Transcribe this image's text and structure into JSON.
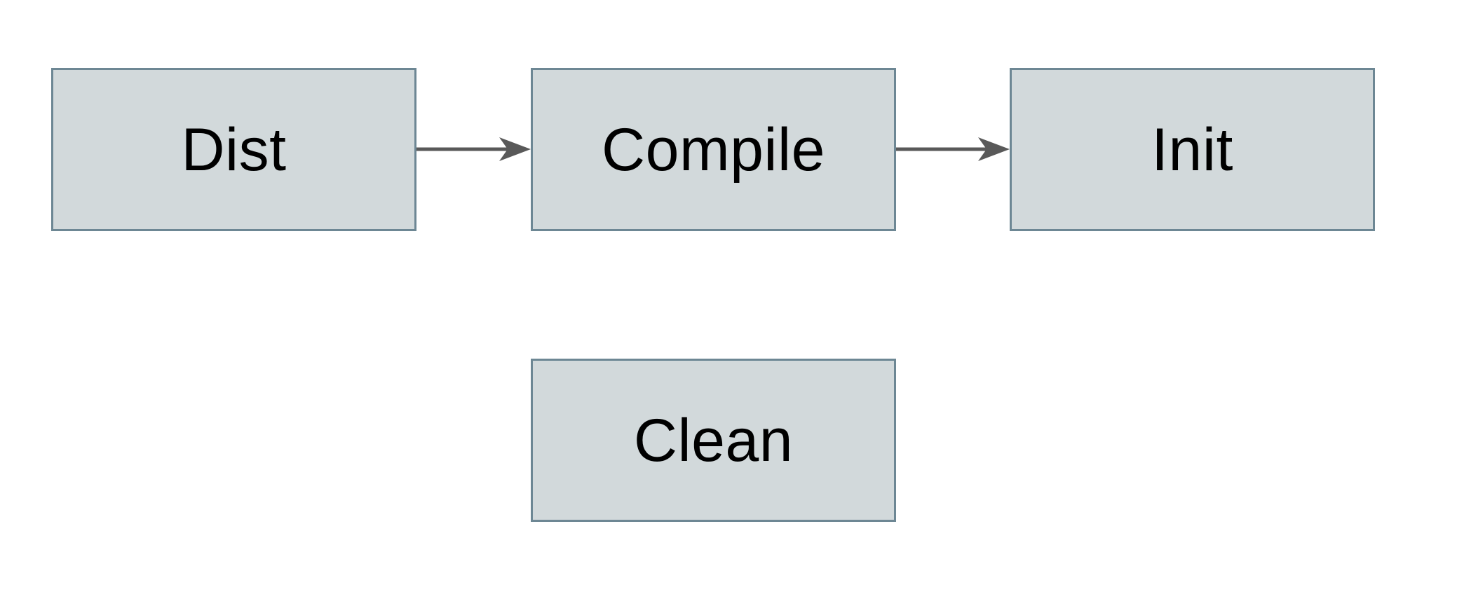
{
  "diagram": {
    "nodes": [
      {
        "id": "dist",
        "label": "Dist"
      },
      {
        "id": "compile",
        "label": "Compile"
      },
      {
        "id": "init",
        "label": "Init"
      },
      {
        "id": "clean",
        "label": "Clean"
      }
    ],
    "edges": [
      {
        "from": "dist",
        "to": "compile"
      },
      {
        "from": "compile",
        "to": "init"
      }
    ],
    "colors": {
      "background": "#ffffff",
      "node_fill": "#d2d9db",
      "node_border": "#6d8794",
      "label_text": "#000000",
      "arrow": "#595959"
    }
  }
}
